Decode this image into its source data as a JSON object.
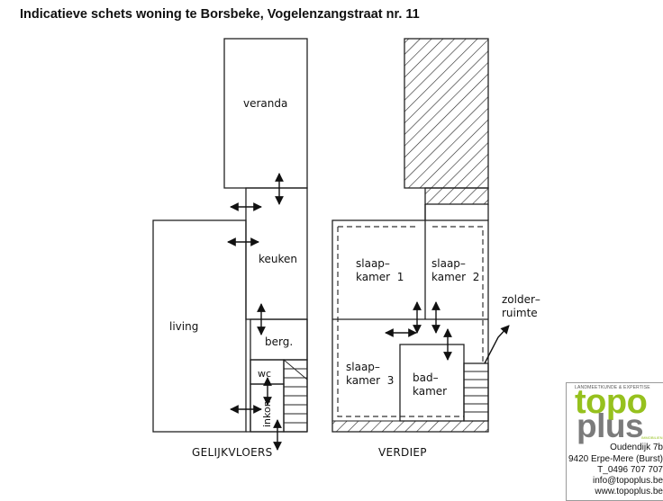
{
  "title": "Indicatieve schets woning te Borsbeke, Vogelenzangstraat nr. 11",
  "ground_floor": {
    "caption": "GELIJKVLOERS",
    "rooms": {
      "veranda": "veranda",
      "keuken": "keuken",
      "living": "living",
      "berg": "berg.",
      "wc": "wc",
      "inkom": "inkom"
    }
  },
  "upper_floor": {
    "caption": "VERDIEP",
    "rooms": {
      "slaapkamer1": [
        "slaap–",
        "kamer  1"
      ],
      "slaapkamer2": [
        "slaap–",
        "kamer  2"
      ],
      "slaapkamer3": [
        "slaap–",
        "kamer  3"
      ],
      "badkamer": [
        "bad–",
        "kamer"
      ],
      "zolder": [
        "zolder–",
        "ruimte"
      ]
    }
  },
  "logo": {
    "tagline": "LANDMEETKUNDE & EXPERTISE",
    "top": "topo",
    "bottom": "plus",
    "sub": "IMMOBILIEN",
    "brand_green": "#96c11e",
    "brand_gray": "#7b7b7b"
  },
  "contact": {
    "street": "Oudendijk 7b",
    "city": "9420 Erpe-Mere (Burst)",
    "phone": "T_0496 707 707",
    "email": "info@topoplus.be",
    "web": "www.topoplus.be"
  }
}
